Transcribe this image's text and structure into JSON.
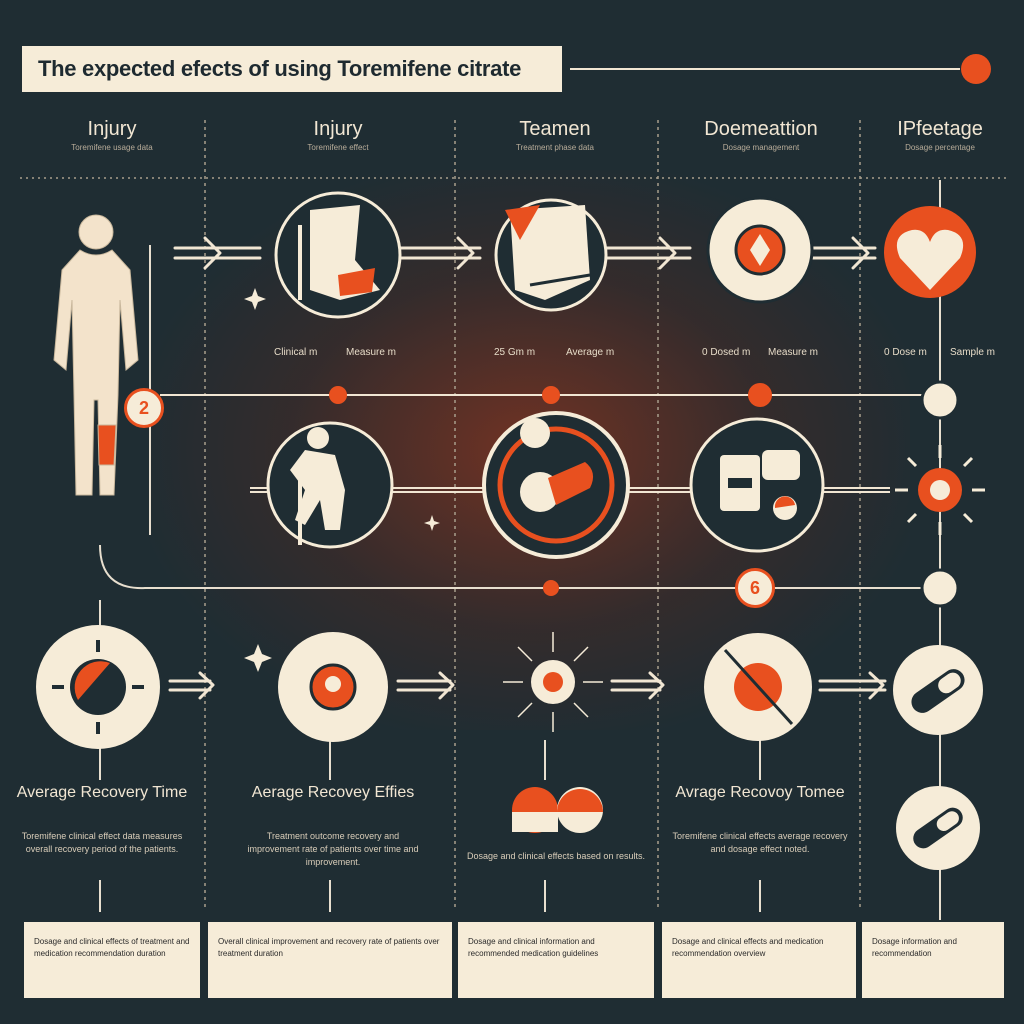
{
  "title": "The expected efects of using Toremifene citrate",
  "columns": [
    {
      "heading": "Injury",
      "sub": "Toremifene usage data"
    },
    {
      "heading": "Injury",
      "sub": "Toremifene effect"
    },
    {
      "heading": "Teamen",
      "sub": "Treatment phase data"
    },
    {
      "heading": "Doemeattion",
      "sub": "Dosage management"
    },
    {
      "heading": "IPfeetage",
      "sub": "Dosage percentage"
    }
  ],
  "row1_values": [
    [
      "Clinical m",
      "Measure m"
    ],
    [
      "25 Gm m",
      "Average m"
    ],
    [
      "0 Dosed m",
      "Measure m"
    ],
    [
      "0 Dose m",
      "Sample m"
    ]
  ],
  "step_badges": [
    "2",
    "6"
  ],
  "labels": {
    "c1_title": "Average Recovery Time",
    "c1_body": "Toremifene clinical effect data measures overall recovery period of the patients.",
    "c2_title": "Aerage Recovey Effies",
    "c2_body": "Treatment outcome recovery and improvement rate of patients over time and improvement.",
    "c3_body": "Dosage and clinical effects based on results.",
    "c4_title": "Avrage Recovoy Tomee",
    "c4_body": "Toremifene clinical effects average recovery and dosage effect noted."
  },
  "footer": [
    "Dosage and clinical effects of treatment and medication recommendation duration",
    "Overall clinical improvement and recovery rate of patients over treatment duration",
    "Dosage and clinical information and recommended medication guidelines",
    "Dosage and clinical effects and medication recommendation overview",
    "Dosage information and recommendation"
  ],
  "colors": {
    "background": "#1f2d33",
    "accent": "#e8501f",
    "cream": "#f6ecd8"
  }
}
